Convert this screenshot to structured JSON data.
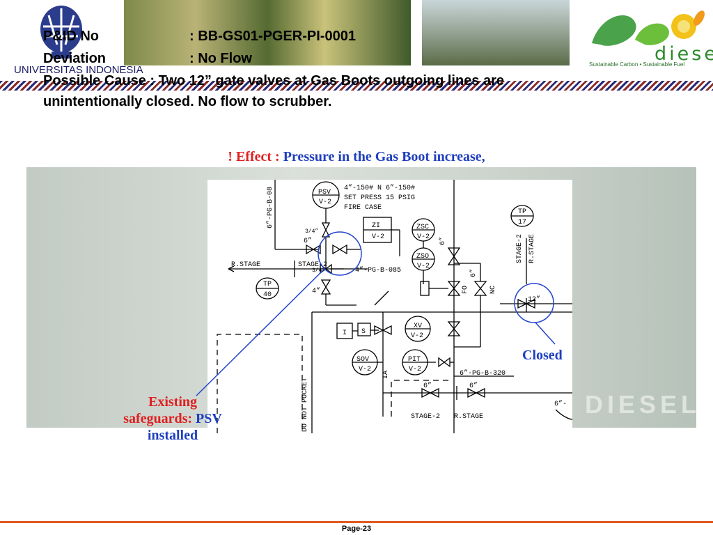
{
  "header": {
    "university_name": "UNIVERSITAS INDONESIA",
    "brand_word": "diesel",
    "brand_tagline": "Sustainable Carbon • Sustainable Fuel"
  },
  "info": {
    "pid_label": "P&ID No",
    "pid_value": ": BB-GS01-PGER-PI-0001",
    "deviation_label": "Deviation",
    "deviation_value": ": No Flow",
    "cause_line1": "Possible Cause  : Two 12” gate valves at Gas Boots outgoing lines are",
    "cause_line2": "unintentionally closed. No flow to scrubber."
  },
  "effect": {
    "label": "! Effect : ",
    "text": "Pressure in the Gas Boot increase,"
  },
  "diagram_labels": {
    "psv": "PSV",
    "psv_tag": "V-2",
    "psv_note1": "4”-150# N  6”-150#",
    "psv_note2": "SET PRESS 15 PSIG",
    "psv_note3": "FIRE CASE",
    "line_top_left": "6”-PG-B-08",
    "zi": "ZI",
    "zi_tag": "V-2",
    "zsc": "ZSC",
    "zsc_tag": "V-2",
    "zso": "ZSO",
    "zso_tag": "V-2",
    "xv": "XV",
    "xv_tag": "V-2",
    "sov": "SOV",
    "sov_tag": "V-2",
    "pit": "PIT",
    "pit_tag": "V-2",
    "tp": "TP",
    "tp_left": "40",
    "tp_right": "17",
    "r_stage": "R.STAGE",
    "stage_2": "STAGE-2",
    "line_085": "4”-PG-B-085",
    "line_320": "6”-PG-B-320",
    "size_6": "6”",
    "size_4": "4”",
    "size_34": "3/4”",
    "size_12": "12”",
    "fo": "FO",
    "nc": "NC",
    "ia": "IA",
    "i_box": "I",
    "s_box": "S",
    "do_not_pocket": "DO NOT POCKET",
    "line_right_bottom": "6”-"
  },
  "callouts": {
    "closed": "Closed",
    "existing": "Existing",
    "safeguards": "safeguards: ",
    "psv": "PSV",
    "installed": "installed"
  },
  "watermark": "DIESEL",
  "footer": {
    "page": "Page-23"
  },
  "colors": {
    "red": "#e02020",
    "blue": "#1f3fbf",
    "footer_rule": "#e05a20"
  }
}
